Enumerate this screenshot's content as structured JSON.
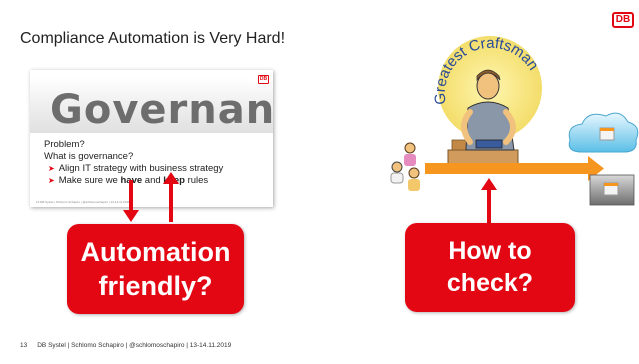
{
  "slide": {
    "title": "Compliance Automation is Very Hard!",
    "logo": "DB",
    "accent_color": "#e30613"
  },
  "thumbnail": {
    "heading": "Governance",
    "logo": "DB",
    "lines": [
      "Problem?",
      "What is governance?"
    ],
    "bullets": [
      {
        "text": "Align IT strategy with business strategy"
      },
      {
        "pre": "Make sure we ",
        "bold1": "have",
        "mid": " and ",
        "bold2": "keep",
        "post": " rules"
      }
    ],
    "footer": "13   DB Systel | Schlomo Schapiro | @schlomoschapiro | 13-14.11.2019"
  },
  "callouts": [
    {
      "line1": "Automation",
      "line2": "friendly?"
    },
    {
      "line1": "How to",
      "line2": "check?"
    }
  ],
  "craftsman": {
    "arc_text": "Greatest Craftsman",
    "icons": [
      "people-group-icon",
      "craftsman-illustration",
      "cloud-server-icon",
      "server-box-icon"
    ]
  },
  "footer": {
    "page": "13",
    "text": "DB Systel | Schlomo Schapiro | @schlomoschapiro | 13-14.11.2019"
  }
}
